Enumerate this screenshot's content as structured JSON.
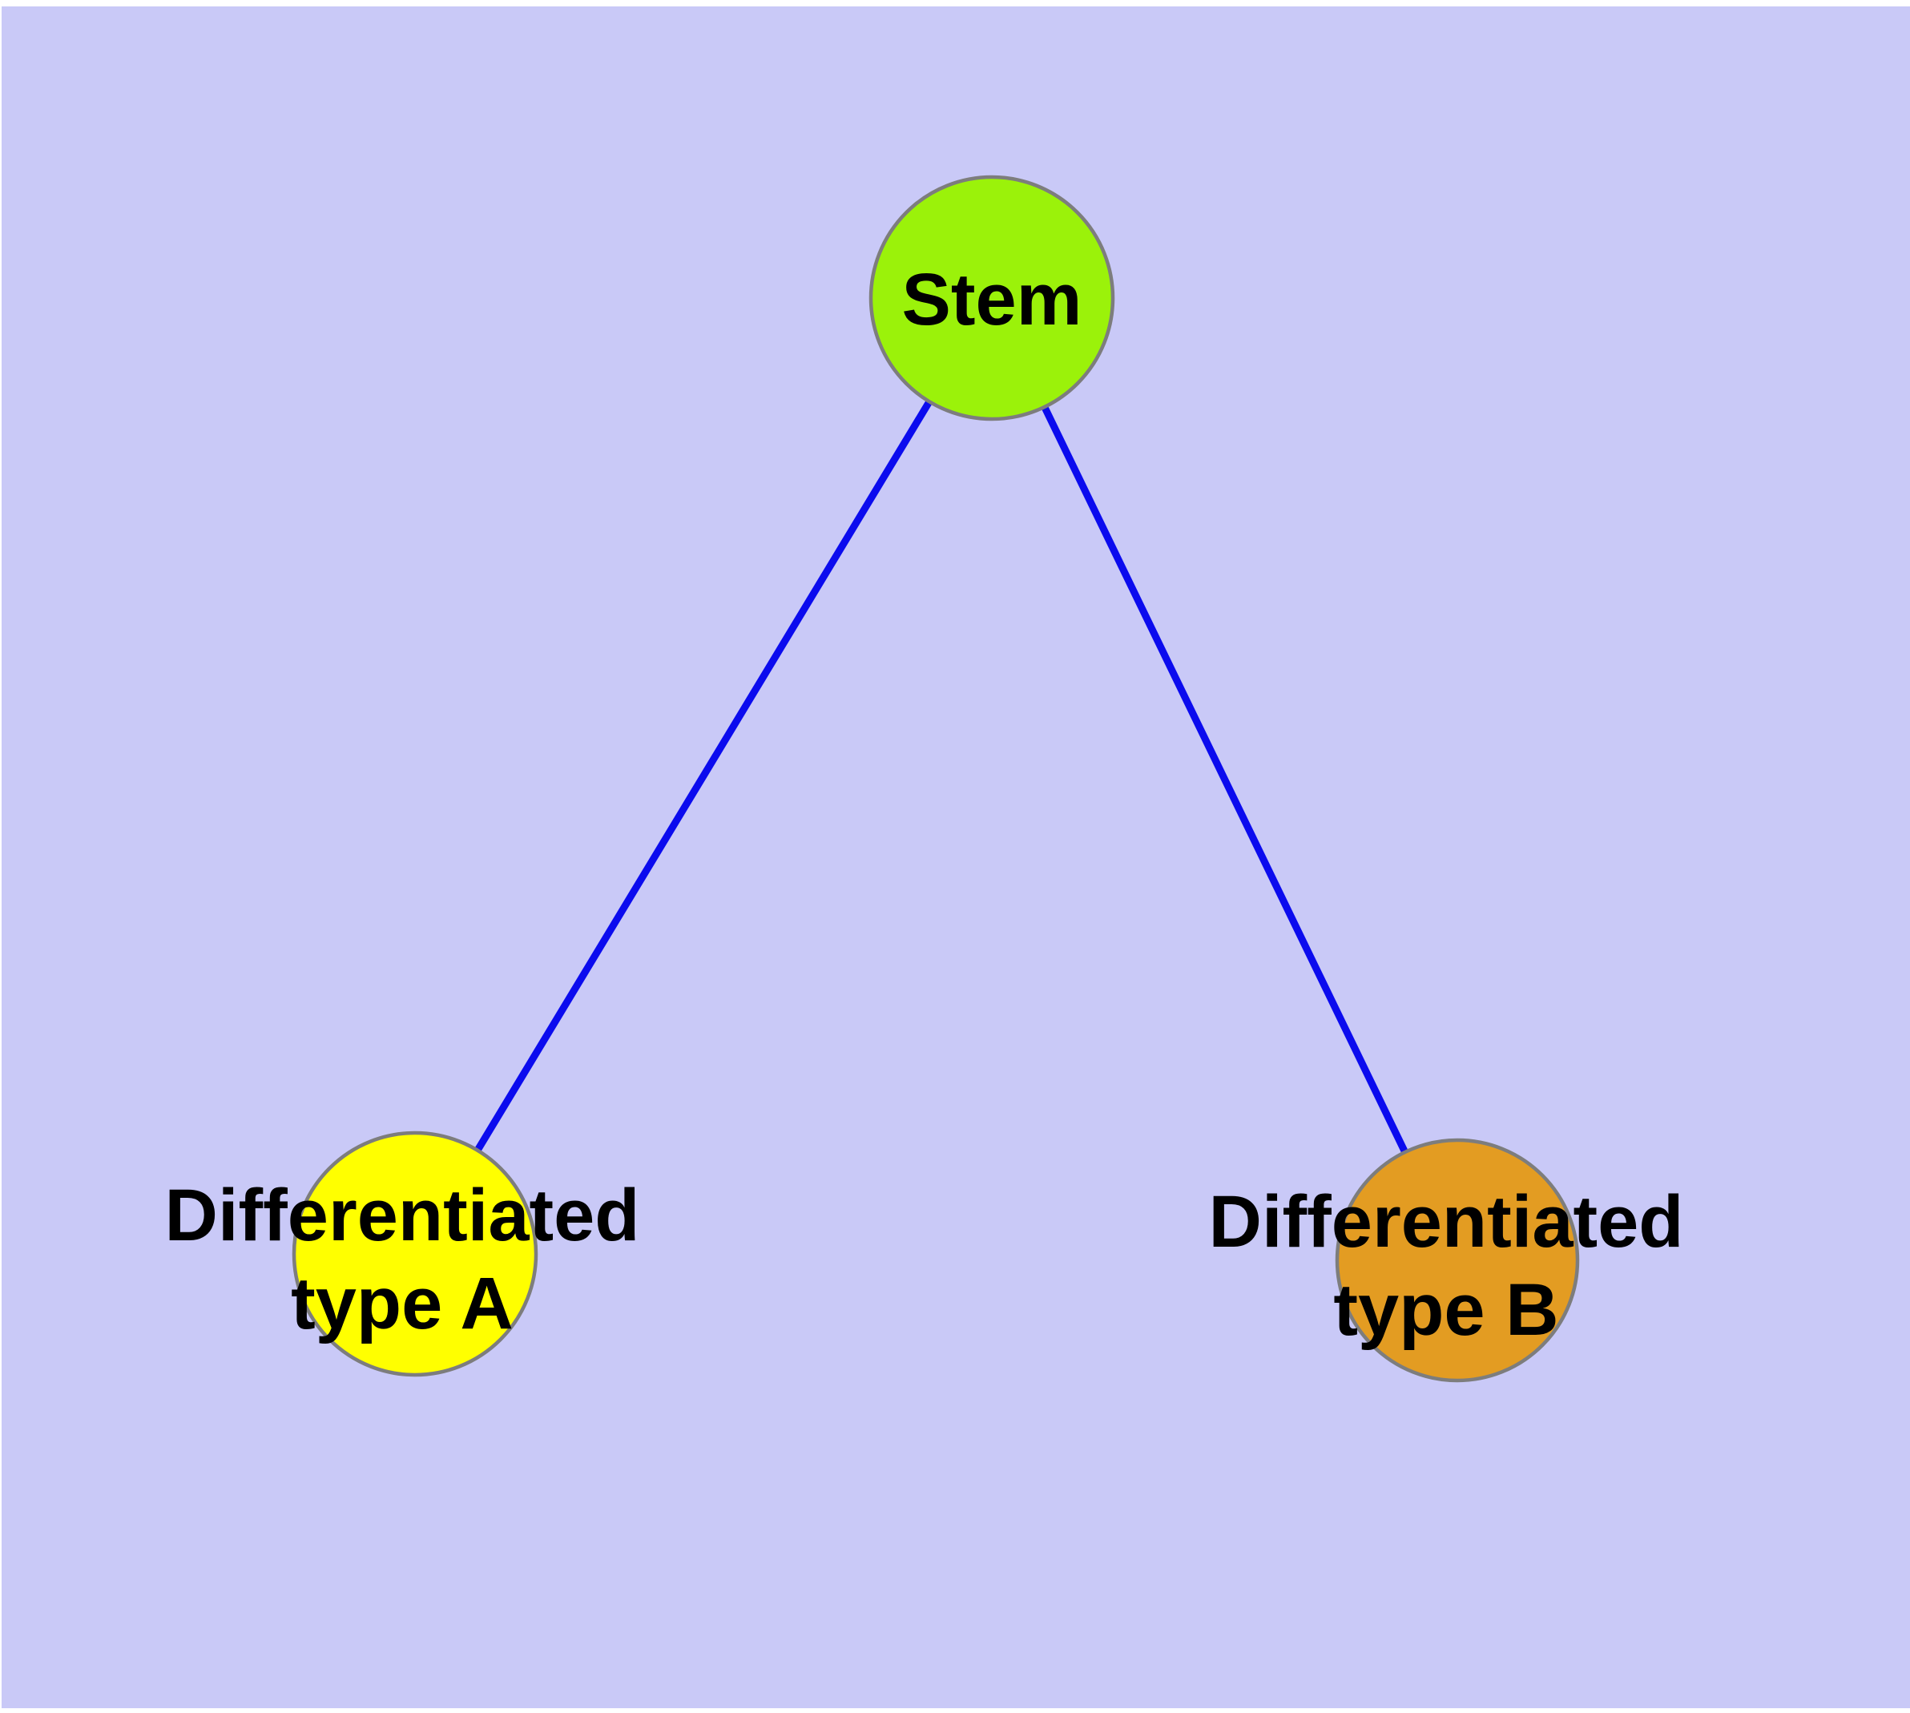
{
  "canvas": {
    "background_color": "#C9C9F7",
    "margin_color": "#FFFFFF"
  },
  "diagram": {
    "type": "node-link-tree",
    "text_color": "#000000",
    "node_border_color": "#7D7D7D"
  },
  "nodes": {
    "stem": {
      "label": "Stem",
      "fill": "#9BF20A"
    },
    "type_a": {
      "label_line1": "Differentiated",
      "label_line2": "type A",
      "label_full": "Differentiated type A",
      "fill": "#FFFF00"
    },
    "type_b": {
      "label_line1": "Differentiated",
      "label_line2": "type B",
      "label_full": "Differentiated type B",
      "fill": "#E39C22"
    }
  },
  "edges": {
    "color": "#0B0BEE",
    "connections": [
      {
        "from": "Stem",
        "to": "Differentiated type A"
      },
      {
        "from": "Stem",
        "to": "Differentiated type B"
      }
    ]
  }
}
